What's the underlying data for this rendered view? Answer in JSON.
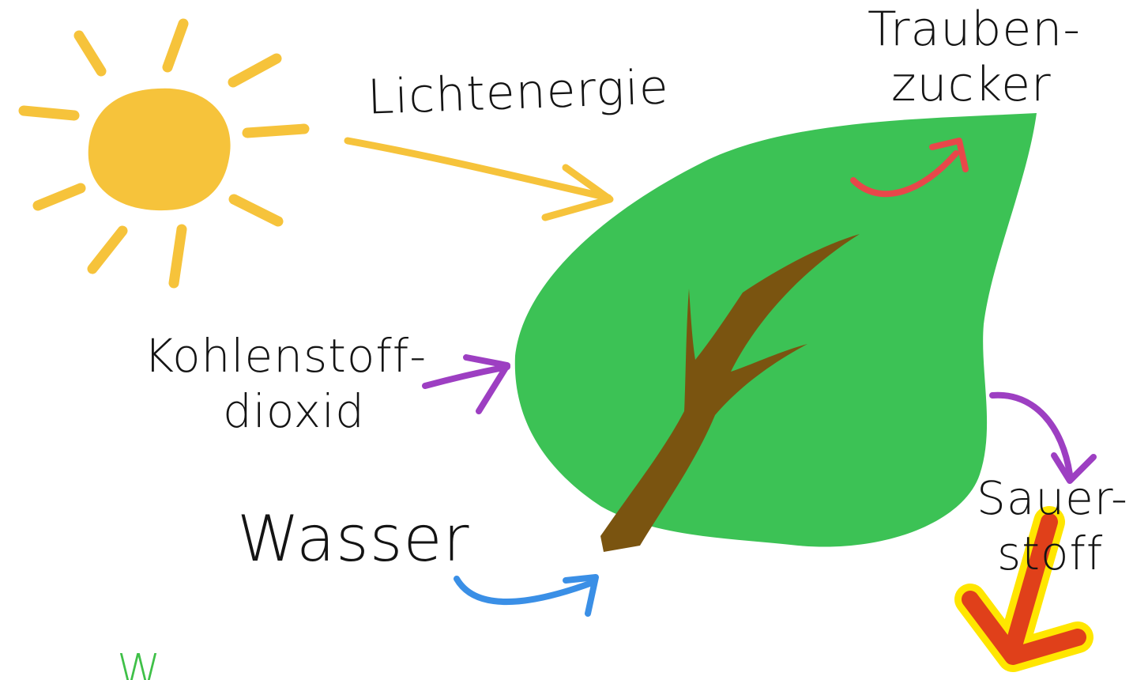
{
  "labels": {
    "light_energy": "Lichtenergie",
    "glucose_line1": "Trauben-",
    "glucose_line2": "zucker",
    "co2_line1": "Kohlenstoff-",
    "co2_line2": "dioxid",
    "water": "Wasser",
    "oxygen_line1": "Sauer-",
    "oxygen_line2": "stoff",
    "bottom_partial": "W"
  },
  "colors": {
    "sun": "#f6c33b",
    "sun_rays": "#f6c33b",
    "light_arrow": "#f6c33b",
    "leaf": "#3cc255",
    "stem": "#7a5410",
    "glucose_arrow": "#e8474a",
    "co2_arrow": "#9d3fc2",
    "oxygen_arrow": "#9d3fc2",
    "water_arrow": "#3a8fe6",
    "pointer_fill": "#e0401a",
    "pointer_outline": "#ffe600",
    "text": "#141414",
    "bottom_text": "#3fc048"
  },
  "icons": {
    "sun": "sun-icon",
    "leaf": "leaf-icon",
    "pointer": "arrow-down-left-icon"
  }
}
